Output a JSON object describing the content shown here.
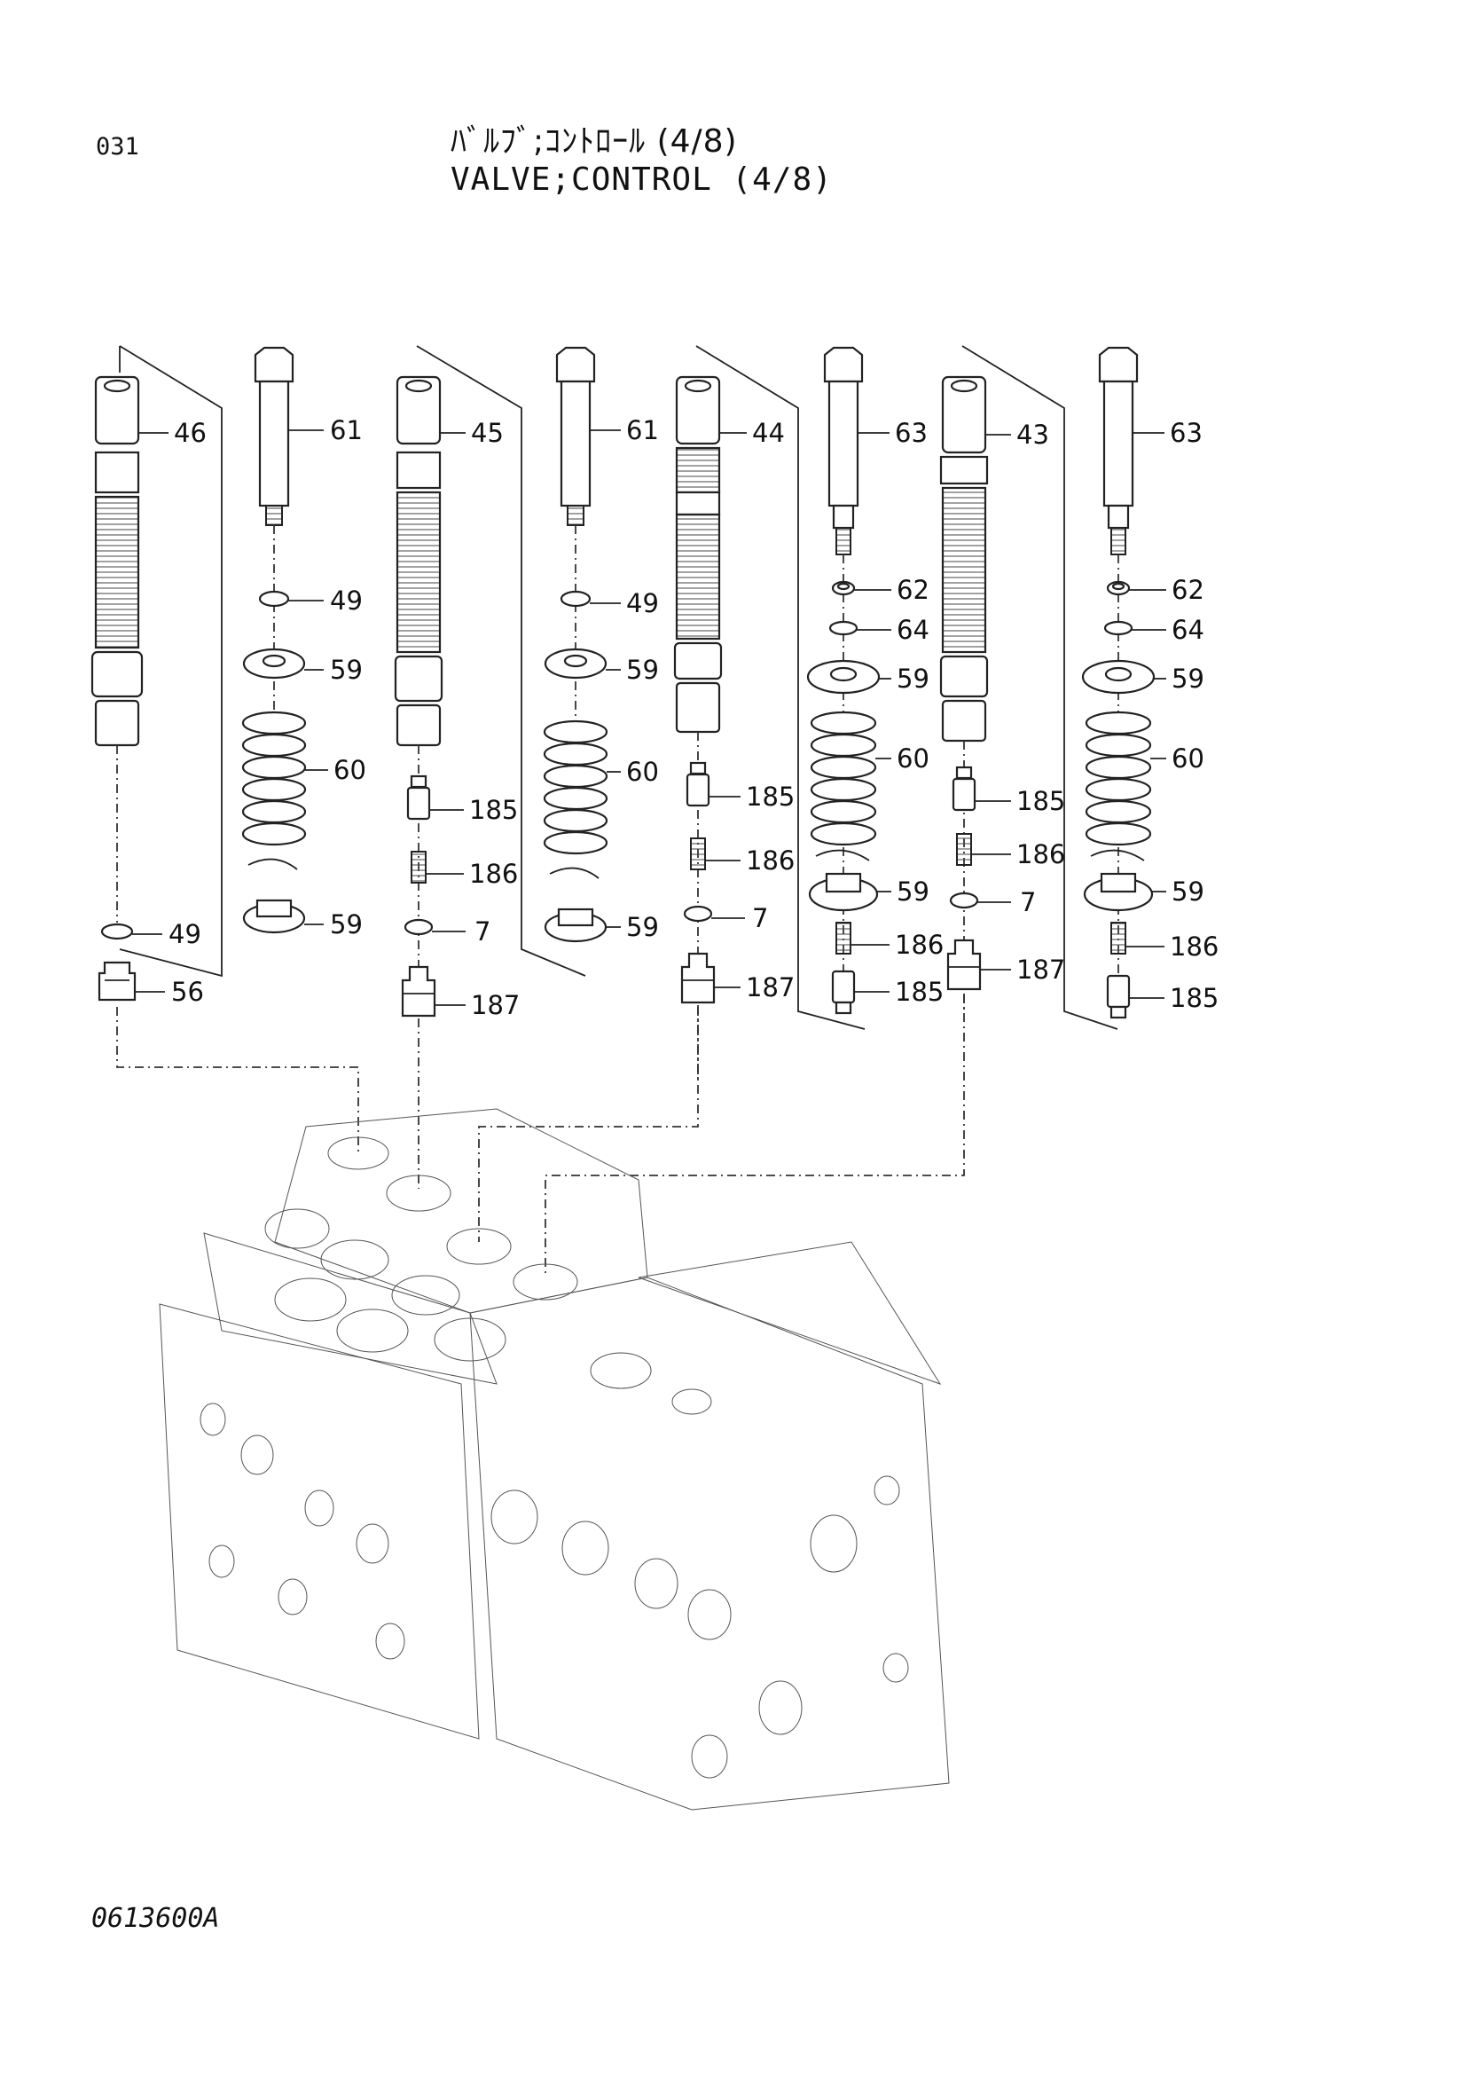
{
  "header": {
    "page_number": "031",
    "title_ja": "ﾊﾞﾙﾌﾞ;ｺﾝﾄﾛｰﾙ (4/8)",
    "title_en": "VALVE;CONTROL (4/8)"
  },
  "footer": {
    "drawing_code": "0613600A"
  },
  "callouts": {
    "c46": "46",
    "c61a": "61",
    "c49a": "49",
    "c59a": "59",
    "c60a": "60",
    "c59b": "59",
    "c49b": "49",
    "c56": "56",
    "c45": "45",
    "c185a": "185",
    "c186a": "186",
    "c7a": "7",
    "c187a": "187",
    "c61b": "61",
    "c49c": "49",
    "c59c": "59",
    "c60b": "60",
    "c59d": "59",
    "c44": "44",
    "c185b": "185",
    "c186b": "186",
    "c7b": "7",
    "c187b": "187",
    "c63a": "63",
    "c62a": "62",
    "c64a": "64",
    "c59e": "59",
    "c60c": "60",
    "c59f": "59",
    "c186c": "186",
    "c185c": "185",
    "c43": "43",
    "c185d": "185",
    "c186d": "186",
    "c7c": "7",
    "c187c": "187",
    "c63b": "63",
    "c62b": "62",
    "c64b": "64",
    "c59g": "59",
    "c60d": "60",
    "c59h": "59",
    "c186e": "186",
    "c185e": "185"
  }
}
